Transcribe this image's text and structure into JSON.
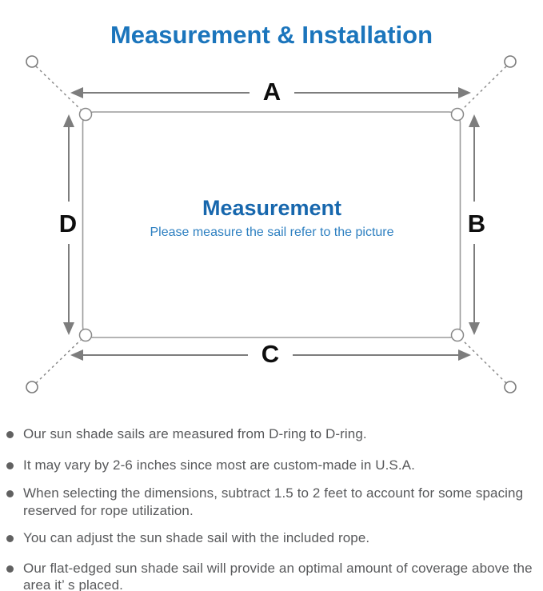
{
  "title": "Measurement & Installation",
  "diagram": {
    "labels": {
      "top": "A",
      "right": "B",
      "bottom": "C",
      "left": "D"
    },
    "center_heading": "Measurement",
    "center_subtitle": "Please measure the sail refer to the picture"
  },
  "notes": {
    "items": [
      "Our sun shade sails are measured from D-ring to D-ring.",
      "It may vary by 2-6 inches since most are custom-made in U.S.A.",
      "When selecting the dimensions, subtract 1.5 to 2 feet to account for some spacing reserved for rope utilization.",
      "You can adjust the sun shade sail with the included rope.",
      "Our flat-edged sun shade sail will provide an optimal amount of coverage above the area it’ s placed."
    ]
  },
  "colors": {
    "title_blue": "#1b75bc",
    "heading_blue": "#1767ad",
    "subtitle_blue": "#2e80c1",
    "line_gray": "#7d7d7d",
    "outline_gray": "#9b9b9b",
    "text_gray": "#58595b",
    "letter_black": "#0e0e0e"
  }
}
